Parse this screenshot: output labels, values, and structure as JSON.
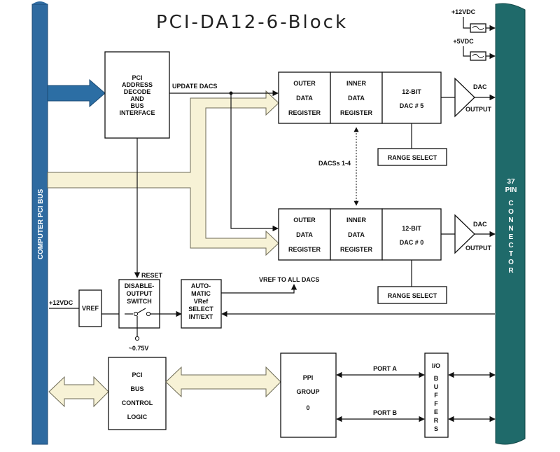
{
  "title": "PCI-DA12-6-Block",
  "colors": {
    "bus_blue": "#2e6aa0",
    "connector_teal": "#1f6a6a",
    "data_path": "#f7f2d6",
    "arrow_blue": "#2c6ea4"
  },
  "left_bus": {
    "label": "COMPUTER PCI BUS"
  },
  "connector": {
    "lines": [
      "37",
      "PIN",
      "C",
      "O",
      "N",
      "N",
      "E",
      "C",
      "T",
      "O",
      "R"
    ]
  },
  "supplies": {
    "p12": "+12VDC",
    "p5": "+5VDC"
  },
  "pci_interface": {
    "lines": [
      "PCI",
      "ADDRESS",
      "DECODE",
      "AND",
      "BUS",
      "INTERFACE"
    ]
  },
  "update_dacs": "UPDATE DACS",
  "dac5": {
    "outer": [
      "OUTER",
      "DATA",
      "REGISTER"
    ],
    "inner": [
      "INNER",
      "DATA",
      "REGISTER"
    ],
    "dac": [
      "12-BIT",
      "DAC # 5"
    ],
    "range": "RANGE SELECT",
    "out": [
      "DAC",
      "OUTPUT"
    ]
  },
  "dac0": {
    "outer": [
      "OUTER",
      "DATA",
      "REGISTER"
    ],
    "inner": [
      "INNER",
      "DATA",
      "REGISTER"
    ],
    "dac": [
      "12-BIT",
      "DAC # 0"
    ],
    "range": "RANGE SELECT",
    "out": [
      "DAC",
      "OUTPUT"
    ]
  },
  "dacs_mid": "DACSs 1-4",
  "reset": "RESET",
  "p12_left": "+12VDC",
  "vref": "VREF",
  "disable_switch": [
    "DISABLE-",
    "OUTPUT",
    "SWITCH"
  ],
  "neg_voltage": "~0.75V",
  "auto_vref": [
    "AUTO-",
    "MATIC",
    "VRef",
    "SELECT",
    "INT/EXT"
  ],
  "vref_all": "VREF TO ALL DACS",
  "pci_bus_control": [
    "PCI",
    "BUS",
    "CONTROL",
    "LOGIC"
  ],
  "ppi": [
    "PPI",
    "GROUP",
    "0"
  ],
  "port_a": "PORT A",
  "port_b": "PORT B",
  "io_buffers": [
    "I/O",
    "B",
    "U",
    "F",
    "F",
    "E",
    "R",
    "S"
  ]
}
